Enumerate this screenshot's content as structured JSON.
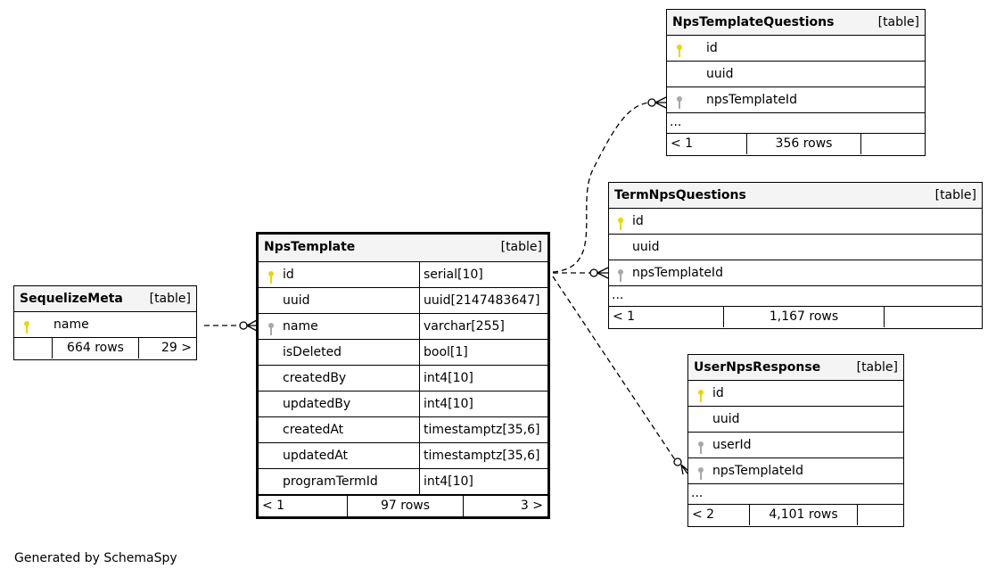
{
  "footer_text": "Generated by SchemaSpy",
  "colors": {
    "primary_key": "#e6d800",
    "foreign_key": "#a8a8a8"
  },
  "tables": {
    "sequelize_meta": {
      "name": "SequelizeMeta",
      "type": "[table]",
      "columns": [
        {
          "name": "name",
          "key": "primary"
        }
      ],
      "rows": "664 rows",
      "parents": "",
      "children": "29 >"
    },
    "nps_template": {
      "name": "NpsTemplate",
      "type": "[table]",
      "columns": [
        {
          "name": "id",
          "type": "serial[10]",
          "key": "primary"
        },
        {
          "name": "uuid",
          "type": "uuid[2147483647]",
          "key": ""
        },
        {
          "name": "name",
          "type": "varchar[255]",
          "key": "foreign"
        },
        {
          "name": "isDeleted",
          "type": "bool[1]",
          "key": ""
        },
        {
          "name": "createdBy",
          "type": "int4[10]",
          "key": ""
        },
        {
          "name": "updatedBy",
          "type": "int4[10]",
          "key": ""
        },
        {
          "name": "createdAt",
          "type": "timestamptz[35,6]",
          "key": ""
        },
        {
          "name": "updatedAt",
          "type": "timestamptz[35,6]",
          "key": ""
        },
        {
          "name": "programTermId",
          "type": "int4[10]",
          "key": ""
        }
      ],
      "parents": "< 1",
      "rows": "97 rows",
      "children": "3 >"
    },
    "nps_template_questions": {
      "name": "NpsTemplateQuestions",
      "type": "[table]",
      "columns": [
        {
          "name": "id",
          "key": "primary"
        },
        {
          "name": "uuid",
          "key": ""
        },
        {
          "name": "npsTemplateId",
          "key": "foreign"
        }
      ],
      "ellipsis": "...",
      "parents": "< 1",
      "rows": "356 rows",
      "children": ""
    },
    "term_nps_questions": {
      "name": "TermNpsQuestions",
      "type": "[table]",
      "columns": [
        {
          "name": "id",
          "key": "primary"
        },
        {
          "name": "uuid",
          "key": ""
        },
        {
          "name": "npsTemplateId",
          "key": "foreign"
        }
      ],
      "ellipsis": "...",
      "parents": "< 1",
      "rows": "1,167 rows",
      "children": ""
    },
    "user_nps_response": {
      "name": "UserNpsResponse",
      "type": "[table]",
      "columns": [
        {
          "name": "id",
          "key": "primary"
        },
        {
          "name": "uuid",
          "key": ""
        },
        {
          "name": "userId",
          "key": "foreign"
        },
        {
          "name": "npsTemplateId",
          "key": "foreign"
        }
      ],
      "ellipsis": "...",
      "parents": "< 2",
      "rows": "4,101 rows",
      "children": ""
    }
  }
}
